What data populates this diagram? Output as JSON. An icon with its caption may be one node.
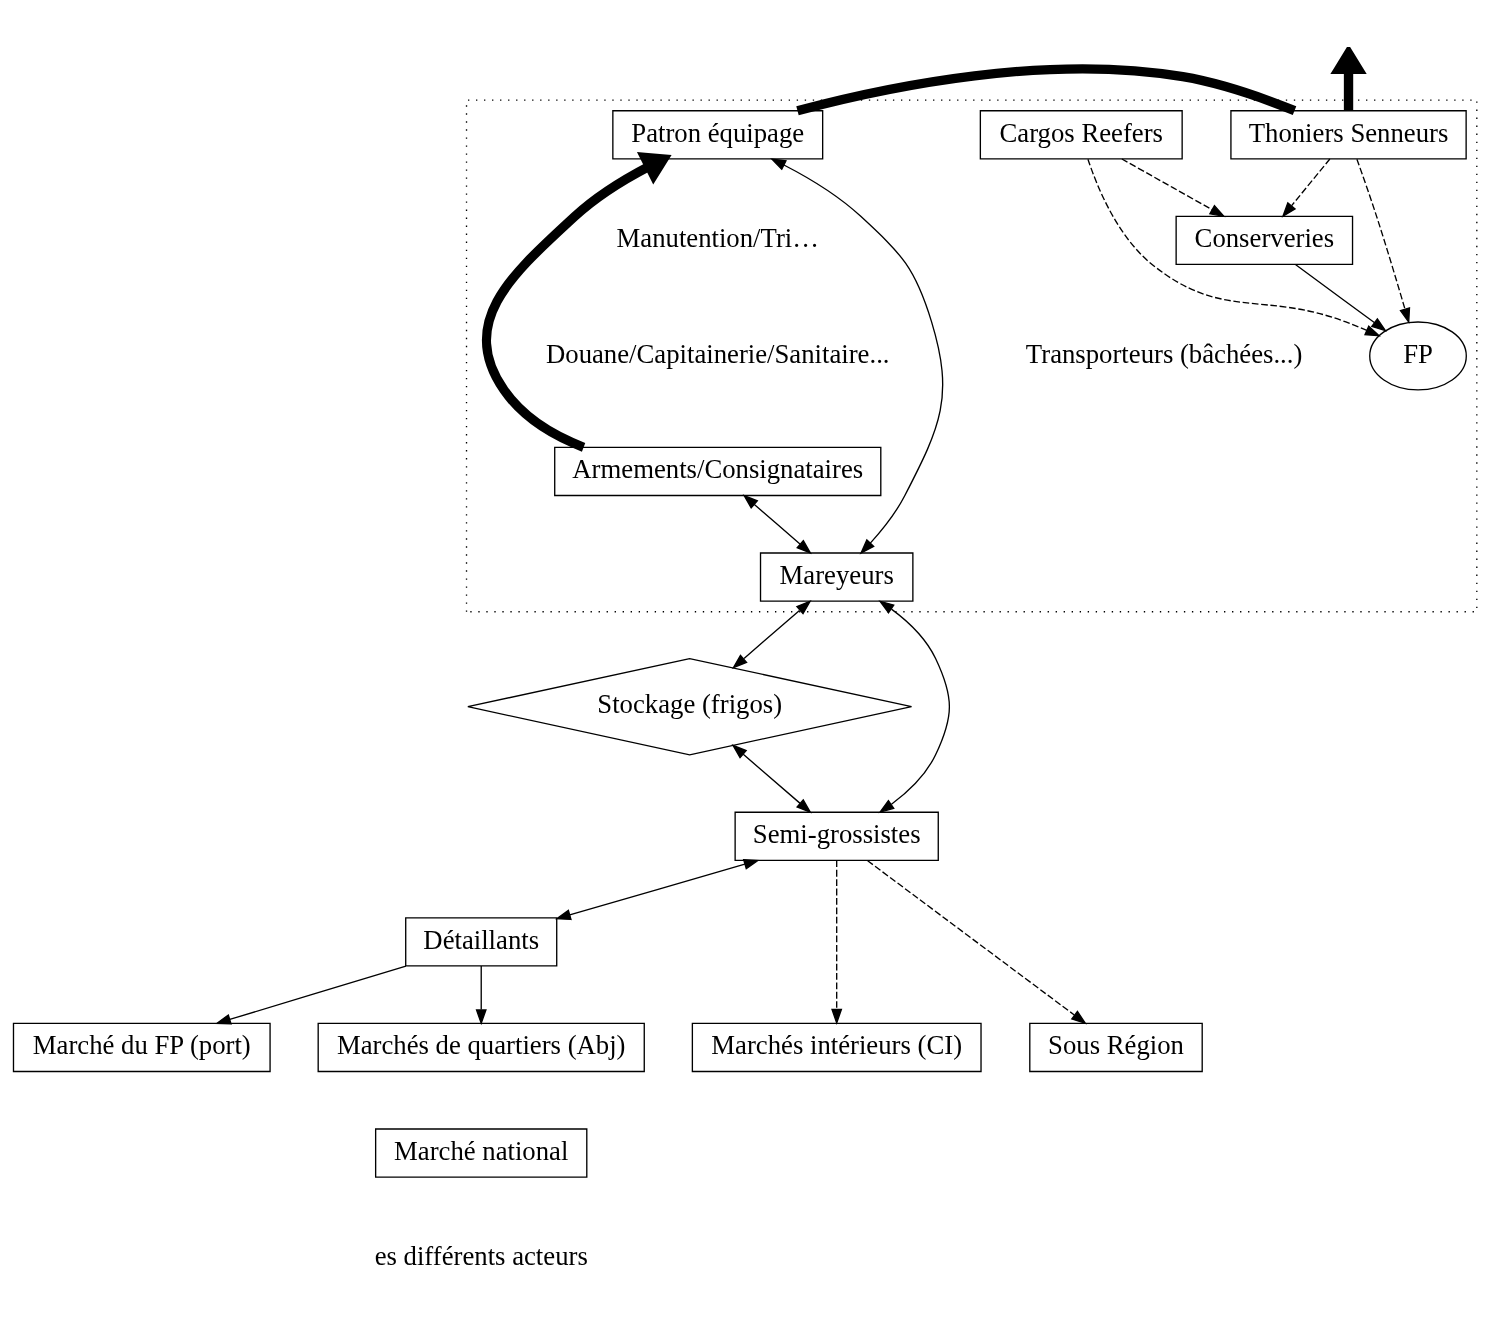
{
  "diagram": {
    "nodes": [
      {
        "text": [],
        "shape": "box"
      },
      {
        "text": [
          "Cargos Reefers"
        ],
        "in": 0
      },
      {
        "text": [
          "Thoniers Senneurs"
        ],
        "in": 0
      },
      {
        "text": [
          "Patron équipage"
        ],
        "in": 0
      },
      {
        "text": [
          "Conserveries"
        ],
        "in": 0
      },
      {
        "text": [
          "FP"
        ],
        "in": 0
      },
      {
        "text": [
          "Armements/Consignataires"
        ],
        "in": 0
      },
      {
        "text": [
          "Mareyeurs"
        ],
        "in": 0
      },
      {
        "text": [
          "Stockage (frigos)"
        ]
      },
      {
        "text": [
          "Semi-grossistes"
        ]
      },
      {
        "text": [
          "Détaillants"
        ]
      },
      {
        "text": [
          "Marché du FP (port)"
        ]
      },
      {
        "text": [
          "Marchés de quartiers (Abj)"
        ]
      },
      {
        "text": [
          "Marchés intérieurs (CI)"
        ]
      },
      {
        "text": [
          "Marché national"
        ]
      },
      {
        "text": [
          "Sous Région"
        ]
      }
    ],
    "edges": [
      {
        "from": 2,
        "to": null,
        "arrow": "to",
        "style": "thick"
      },
      {
        "from": 1,
        "to": 4,
        "arrow": "to",
        "style": "dashed"
      },
      {
        "from": 1,
        "to": 5,
        "arrow": "to",
        "style": "dashed"
      },
      {
        "from": 2,
        "to": 4,
        "arrow": "to",
        "style": "dashed"
      },
      {
        "from": 2,
        "to": 5,
        "arrow": "to",
        "style": "dashed"
      },
      {
        "from": 4,
        "to": 5,
        "arrow": "to"
      },
      {
        "from": 2,
        "to": 3,
        "arrow": "none",
        "style": "thick"
      },
      {
        "from": 6,
        "to": 3,
        "arrow": "to",
        "style": "thick"
      },
      {
        "from": 7,
        "to": 3,
        "arrow": "both"
      },
      {
        "from": 6,
        "to": 7,
        "arrow": "both"
      },
      {
        "from": 7,
        "to": 8,
        "arrow": "both"
      },
      {
        "from": 7,
        "to": 9,
        "arrow": "both"
      },
      {
        "from": 8,
        "to": 9,
        "arrow": "both"
      },
      {
        "from": 9,
        "to": 10,
        "arrow": "both"
      },
      {
        "from": 10,
        "to": 11,
        "arrow": "to"
      },
      {
        "from": 10,
        "to": 12,
        "arrow": "to"
      },
      {
        "from": 9,
        "to": 13,
        "arrow": "to",
        "style": "dashed"
      },
      {
        "from": 9,
        "to": 15,
        "arrow": "to",
        "style": "dashed"
      }
    ],
    "labels": [
      "Manutention/Tri…",
      "Douane/Capitainerie/Sanitaire...",
      "Transporteurs (bâchées...)",
      "es différents acteurs"
    ]
  }
}
